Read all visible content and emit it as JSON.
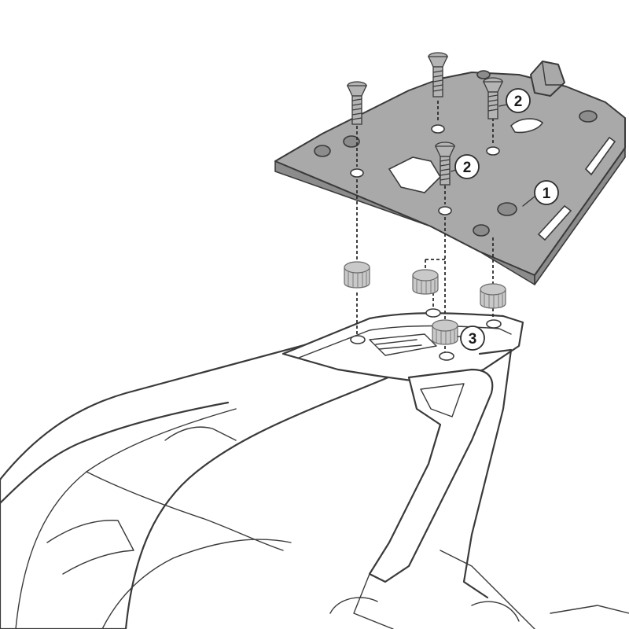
{
  "callouts": [
    {
      "label": "1",
      "part": "rack-plate"
    },
    {
      "label": "2",
      "part": "screw"
    },
    {
      "label": "2",
      "part": "screw"
    },
    {
      "label": "3",
      "part": "spacer"
    }
  ],
  "colors": {
    "plate": "#a9a9a9",
    "outline": "#3a3a3a",
    "background": "#ffffff"
  },
  "icons": [
    "screw-icon",
    "spacer-icon"
  ]
}
